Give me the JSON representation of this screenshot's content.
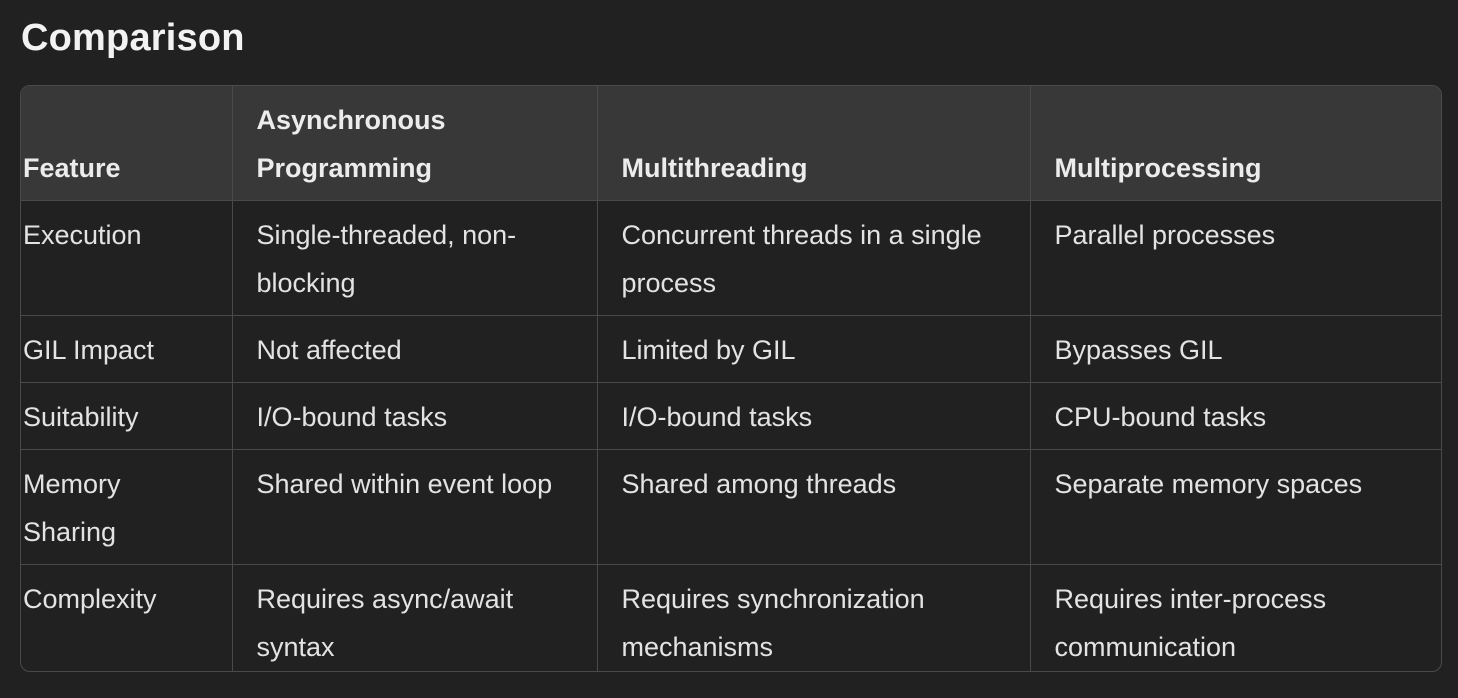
{
  "heading": "Comparison",
  "table": {
    "headers": [
      "Feature",
      "Asynchronous Programming",
      "Multithreading",
      "Multiprocessing"
    ],
    "rows": [
      [
        "Execution",
        "Single-threaded, non-blocking",
        "Concurrent threads in a single process",
        "Parallel processes"
      ],
      [
        "GIL Impact",
        "Not affected",
        "Limited by GIL",
        "Bypasses GIL"
      ],
      [
        "Suitability",
        "I/O-bound tasks",
        "I/O-bound tasks",
        "CPU-bound tasks"
      ],
      [
        "Memory Sharing",
        "Shared within event loop",
        "Shared among threads",
        "Separate memory spaces"
      ],
      [
        "Complexity",
        "Requires async/await syntax",
        "Requires synchronization mechanisms",
        "Requires inter-process communication"
      ]
    ]
  }
}
